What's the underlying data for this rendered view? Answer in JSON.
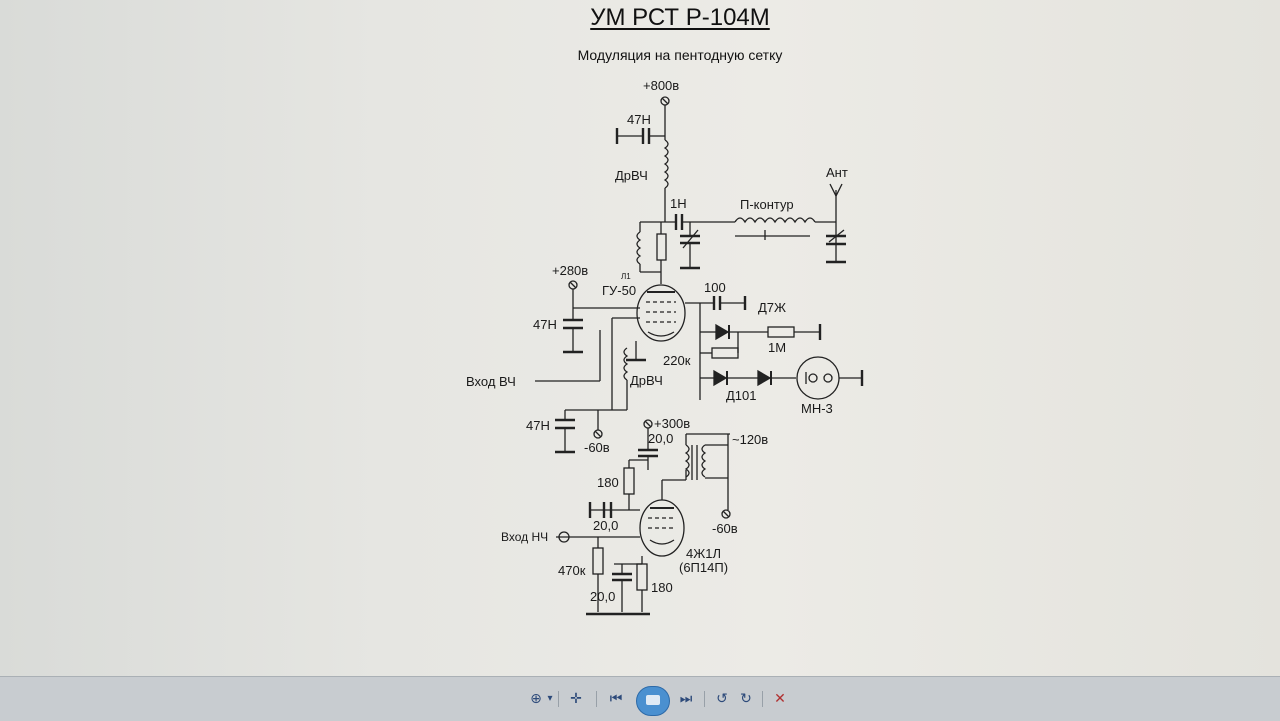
{
  "document": {
    "title": "УМ РСТ Р-104М",
    "subtitle": "Модуляция на пентодную сетку"
  },
  "labels": {
    "v800": "+800в",
    "c47n_top": "47Н",
    "drvch_top": "ДрВЧ",
    "c1n": "1Н",
    "pkontur": "П-контур",
    "ant": "Ант",
    "v280": "+280в",
    "l1": "Л1",
    "gu50": "ГУ-50",
    "c100": "100",
    "d7zh": "Д7Ж",
    "c47n_mid": "47Н",
    "r220k": "220к",
    "r1m": "1М",
    "vhod_vch": "Вход ВЧ",
    "drvch_mid": "ДрВЧ",
    "d101": "Д101",
    "mn3": "МН-3",
    "c47n_low": "47Н",
    "v60_left": "-60в",
    "v300": "+300в",
    "c20_top": "20,0",
    "v120": "~120в",
    "r180_top": "180",
    "c20_mid": "20,0",
    "v60_right": "-60в",
    "vhod_nch": "Вход НЧ",
    "tube_4zh1l": "4Ж1Л",
    "tube_6p14p": "(6П14П)",
    "r470k": "470к",
    "c20_bot": "20,0",
    "r180_bot": "180"
  },
  "toolbar": {
    "zoom_icon": "⊕",
    "zoom_arrow": "▾",
    "fit_icon": "✛",
    "prev_icon": "⏮",
    "next_icon": "⏭",
    "rotate_left_icon": "↺",
    "rotate_right_icon": "↻",
    "delete_icon": "✕"
  }
}
